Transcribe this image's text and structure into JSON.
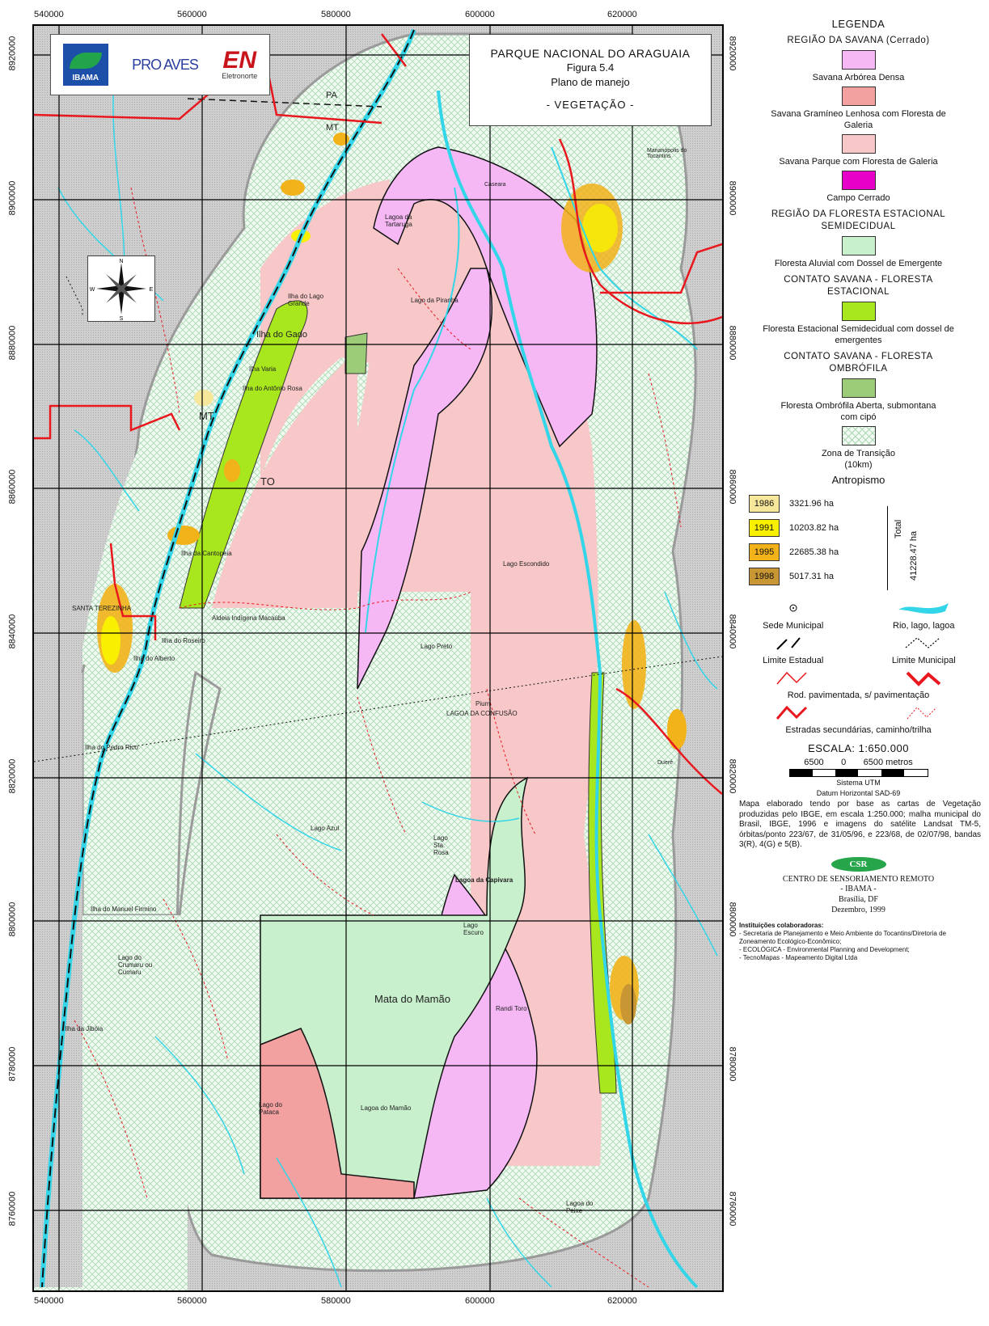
{
  "title": {
    "line1": "PARQUE NACIONAL DO ARAGUAIA",
    "line2": "Figura 5.4",
    "line3": "Plano de manejo",
    "line4": "- VEGETAÇÃO -"
  },
  "logos": {
    "ibama": "IBAMA",
    "proaves": "PRO AVES",
    "eletronorte": "Eletronorte",
    "eletronorte_mark": "EN"
  },
  "grid": {
    "x_ticks": [
      "540000",
      "560000",
      "580000",
      "600000",
      "620000"
    ],
    "y_ticks": [
      "8920000",
      "8900000",
      "8880000",
      "8860000",
      "8840000",
      "8820000",
      "8800000",
      "8780000",
      "8760000"
    ]
  },
  "compass": {
    "n": "N",
    "s": "S",
    "e": "E",
    "w": "W"
  },
  "map_labels": {
    "pa": "PA",
    "mt_top": "MT",
    "mt": "MT",
    "to": "TO",
    "lagoa_tartaruga": "Lagoa da Tartaruga",
    "ilha_lago_grande": "Ilha do Lago Grande",
    "ilha_gado": "Ilha do Gado",
    "ilha_varia": "Ilha Varia",
    "ilha_antonio_rosa": "Ilha do Antônio Rosa",
    "lago_piranha": "Lago da Piranha",
    "ilha_cantopeia": "Ilha da Cantopeia",
    "santa_terezinha": "SANTA TEREZINHA",
    "aldeia": "Aldeia Indígena Macaúba",
    "ilha_roseiro": "Ilha do Roseiro",
    "ilha_alberto": "Ilha do Alberto",
    "lago_escondido": "Lago Escondido",
    "lago_preto": "Lago Preto",
    "lagoa_confusao": "LAGOA DA CONFUSÃO",
    "pium": "Pium",
    "ilha_pedro_rico": "Ilha do Pedro Rico",
    "lago_azul": "Lago Azul",
    "lago_sta_rosa": "Lago Sta. Rosa",
    "lagoa_capivara": "Lagoa da Capivara",
    "ilha_manuel_firmino": "Ilha do Manuel Firmino",
    "lago_escuro": "Lago Escuro",
    "lago_crumaru": "Lago do Crumaru ou Cumaru",
    "mata_mamao": "Mata do Mamão",
    "randi_toro": "Randi Toro",
    "ilha_jiboia": "Ilha da Jibóia",
    "lago_pataca": "Lago do Pataca",
    "lagoa_mamao": "Lagoa do Mamão",
    "lagoa_peixe": "Lagoa do Peixe",
    "marianopolis": "Marianópolis do Tocantins",
    "dueré": "Dueré",
    "caseara": "Caseara"
  },
  "legend": {
    "title": "LEGENDA",
    "sections": [
      {
        "heading": "REGIÃO DA SAVANA (Cerrado)",
        "items": [
          {
            "label": "Savana Arbórea Densa",
            "color": "#f5b8f5"
          },
          {
            "label": "Savana Gramíneo Lenhosa com Floresta de Galeria",
            "color": "#f2a0a0"
          },
          {
            "label": "Savana Parque com Floresta de Galeria",
            "color": "#f8c8c8"
          },
          {
            "label": "Campo Cerrado",
            "color": "#e600c8"
          }
        ]
      },
      {
        "heading": "REGIÃO DA FLORESTA ESTACIONAL SEMIDECIDUAL",
        "items": [
          {
            "label": "Floresta Aluvial com Dossel de Emergente",
            "color": "#c8f0cc"
          }
        ]
      },
      {
        "heading": "CONTATO SAVANA - FLORESTA ESTACIONAL",
        "items": [
          {
            "label": "Floresta Estacional Semidecidual com dossel de emergentes",
            "color": "#a8e61e"
          }
        ]
      },
      {
        "heading": "CONTATO SAVANA - FLORESTA OMBRÓFILA",
        "items": [
          {
            "label": "Floresta Ombrófila Aberta, submontana com cipó",
            "color": "#9ccc78"
          },
          {
            "label": "Zona de Transição (10km)",
            "color": "hatch"
          }
        ]
      }
    ],
    "antropismo": {
      "title": "Antropismo",
      "rows": [
        {
          "year": "1986",
          "value": "3321.96 ha",
          "color": "#f7e79a"
        },
        {
          "year": "1991",
          "value": "10203.82 ha",
          "color": "#f8f000"
        },
        {
          "year": "1995",
          "value": "22685.38 ha",
          "color": "#f2b21a"
        },
        {
          "year": "1998",
          "value": "5017.31 ha",
          "color": "#c89632"
        }
      ],
      "total_label": "Total",
      "total_value": "41228.47 ha"
    },
    "symbols": [
      {
        "label": "Sede Municipal",
        "icon": "circle-dot"
      },
      {
        "label": "Rio, lago, lagoa",
        "icon": "water"
      },
      {
        "label": "Limite Estadual",
        "icon": "dashed-black"
      },
      {
        "label": "Limite Municipal",
        "icon": "dotted-black"
      },
      {
        "label": "Rod. pavimentada, s/ pavimentação",
        "icon": "road"
      },
      {
        "label": "Estradas secundárias, caminho/trilha",
        "icon": "secondary-road"
      }
    ],
    "scale": {
      "title": "ESCALA: 1:650.000",
      "left": "6500",
      "zero": "0",
      "right": "6500 metros",
      "system": "Sistema UTM",
      "datum": "Datum Horizontal SAD-69"
    },
    "note": "Mapa elaborado tendo por base as cartas de Vegetação produzidas pelo IBGE, em escala 1:250.000; malha municipal do Brasil, IBGE, 1996 e imagens do satélite Landsat TM-5, órbitas/ponto 223/67, de 31/05/96, e 223/68, de 02/07/98, bandas 3(R), 4(G) e 5(B).",
    "credits": {
      "logo": "CSR",
      "center": "CENTRO DE SENSORIAMENTO REMOTO",
      "org": "- IBAMA -",
      "city": "Brasília, DF",
      "date": "Dezembro, 1999"
    },
    "institutions": {
      "title": "Instituições colaboradoras:",
      "items": [
        "- Secretaria de Planejamento e Meio Ambiente do Tocantins/Diretoria de Zoneamento Ecológico-Econômico;",
        "- ECOLÓGICA - Environmental Planning and Development;",
        "- TecnoMapas - Mapeamento Digital Ltda"
      ]
    }
  },
  "colors": {
    "river": "#33d6e8",
    "state_border": "#e8181e",
    "grid": "#000000",
    "background": "#c9c9c9"
  }
}
